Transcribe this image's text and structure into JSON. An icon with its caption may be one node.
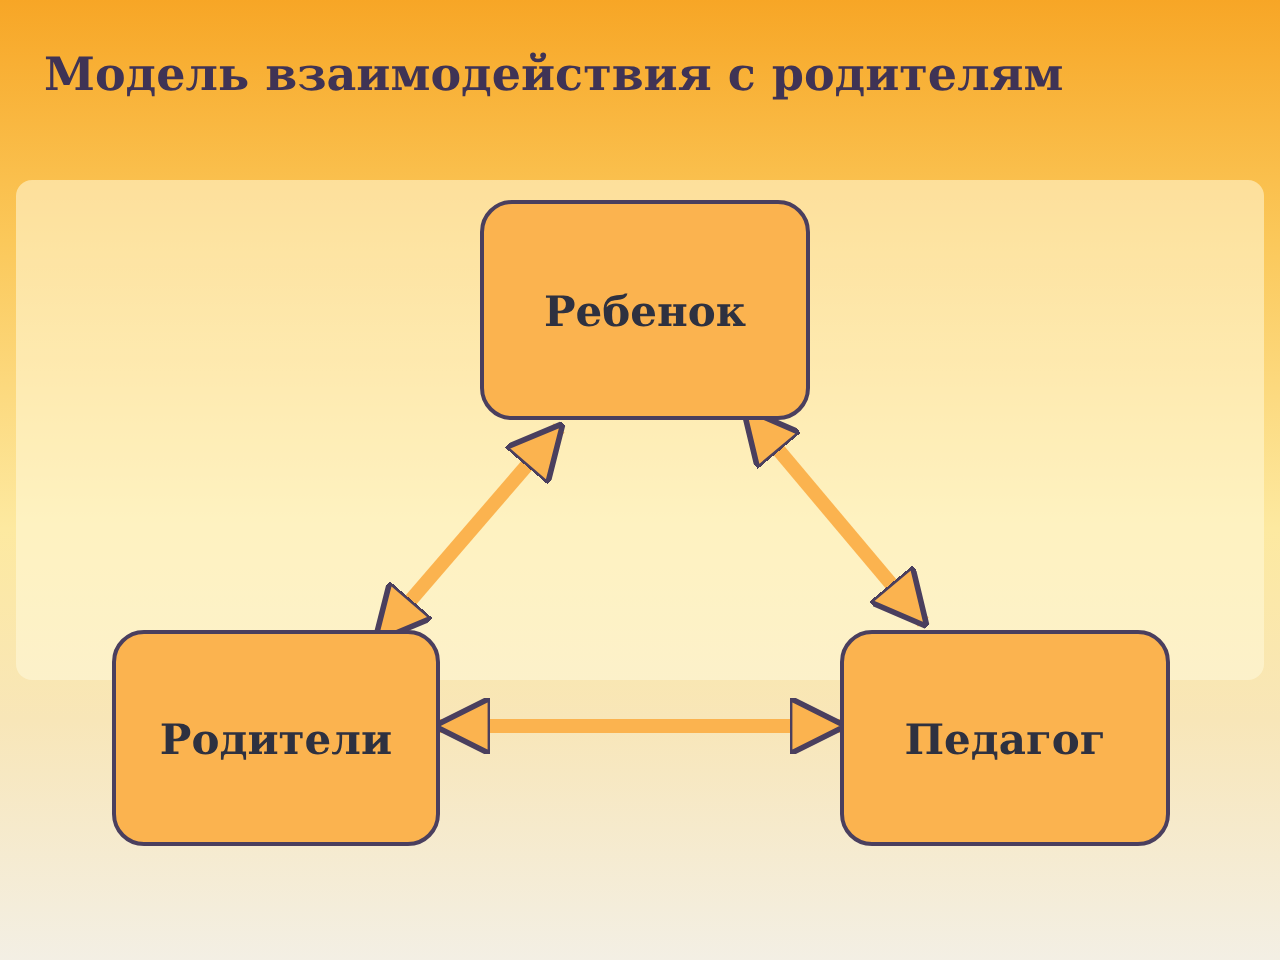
{
  "diagram": {
    "title": "Модель взаимодействия с родителям",
    "nodes": [
      {
        "text": [
          "Ребенок"
        ]
      },
      {
        "text": [
          "Родители"
        ]
      },
      {
        "text": [
          "Педагог"
        ]
      }
    ],
    "edges": [
      {
        "from": 0,
        "to": 1,
        "arrow": "both"
      },
      {
        "from": 0,
        "to": 2,
        "arrow": "both"
      },
      {
        "from": 1,
        "to": 2,
        "arrow": "both"
      }
    ]
  }
}
